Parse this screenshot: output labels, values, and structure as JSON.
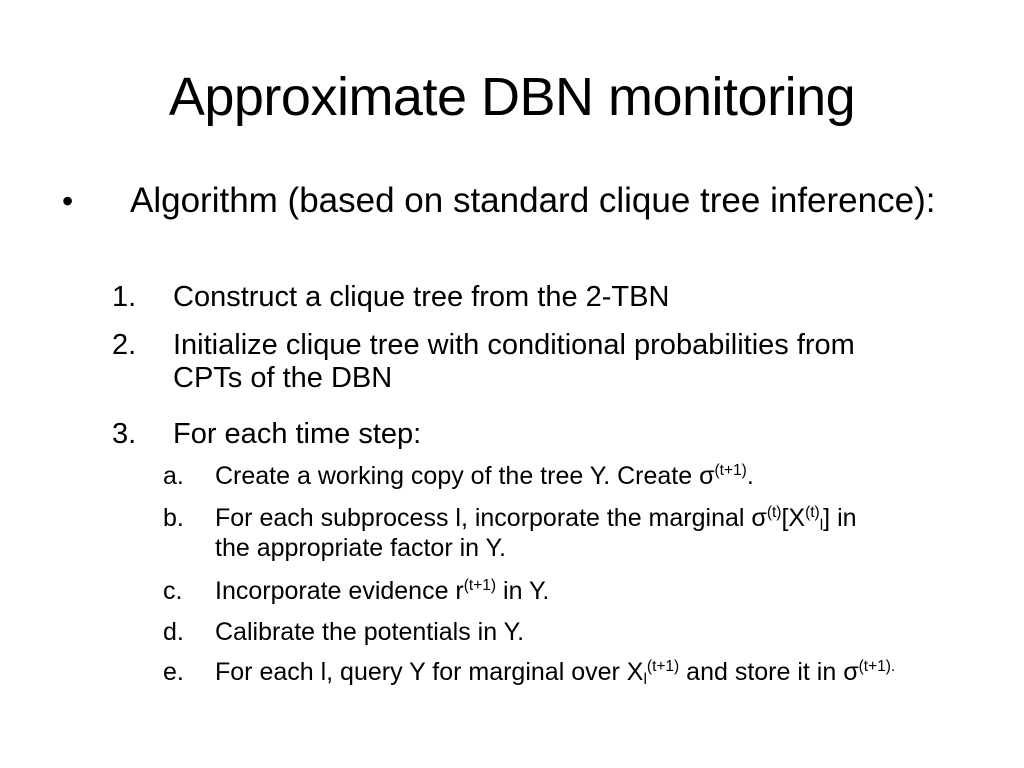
{
  "slide": {
    "title": "Approximate DBN monitoring",
    "bullet": {
      "marker": "•",
      "text": "Algorithm (based on standard clique tree inference):"
    },
    "steps": [
      {
        "num": "1.",
        "text": "Construct a clique tree from the 2-TBN"
      },
      {
        "num": "2.",
        "text": "Initialize clique tree with conditional probabilities from CPTs of the DBN"
      },
      {
        "num": "3.",
        "text": "For each time step:"
      }
    ],
    "substeps": {
      "a": {
        "num": "a.",
        "pre": "Create a working copy of the tree Y. Create σ",
        "sup1": "(t+1)",
        "post": "."
      },
      "b": {
        "num": "b.",
        "pre": "For each subprocess l, incorporate the marginal σ",
        "sup1": "(t)",
        "mid1": "[X",
        "sup2": "(t)",
        "sub1": "l",
        "post": "]  in the appropriate factor in Y."
      },
      "c": {
        "num": "c.",
        "pre": "Incorporate evidence r",
        "sup1": "(t+1)",
        "post": " in Y."
      },
      "d": {
        "num": "d.",
        "text": "Calibrate the potentials in Y."
      },
      "e": {
        "num": "e.",
        "pre": "For each l, query Y for marginal over X",
        "sub1": "l",
        "sup1": "(t+1)",
        "mid1": " and store it in σ",
        "sup2": "(t+1)."
      }
    }
  }
}
